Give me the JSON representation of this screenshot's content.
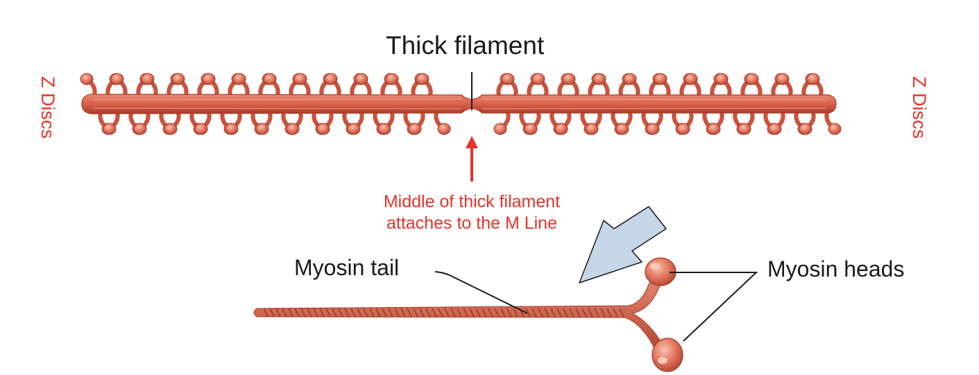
{
  "labels": {
    "thick_filament": "Thick filament",
    "myosin_tail": "Myosin tail",
    "myosin_heads": "Myosin heads",
    "middle_note_line1": "Middle of thick filament",
    "middle_note_line2": "attaches to the M Line",
    "z_discs_left": "Z Discs",
    "z_discs_right": "Z Discs"
  },
  "colors": {
    "filament_fill": "#d9614a",
    "filament_dark": "#a83a28",
    "head_fill": "#e9806a",
    "head_highlight": "#f4b9a8",
    "annotation_red": "#e8332a",
    "leader_line": "#1a1a1a",
    "zoom_arrow_fill": "#c5d6e8",
    "zoom_arrow_stroke": "#1a1a1a"
  }
}
